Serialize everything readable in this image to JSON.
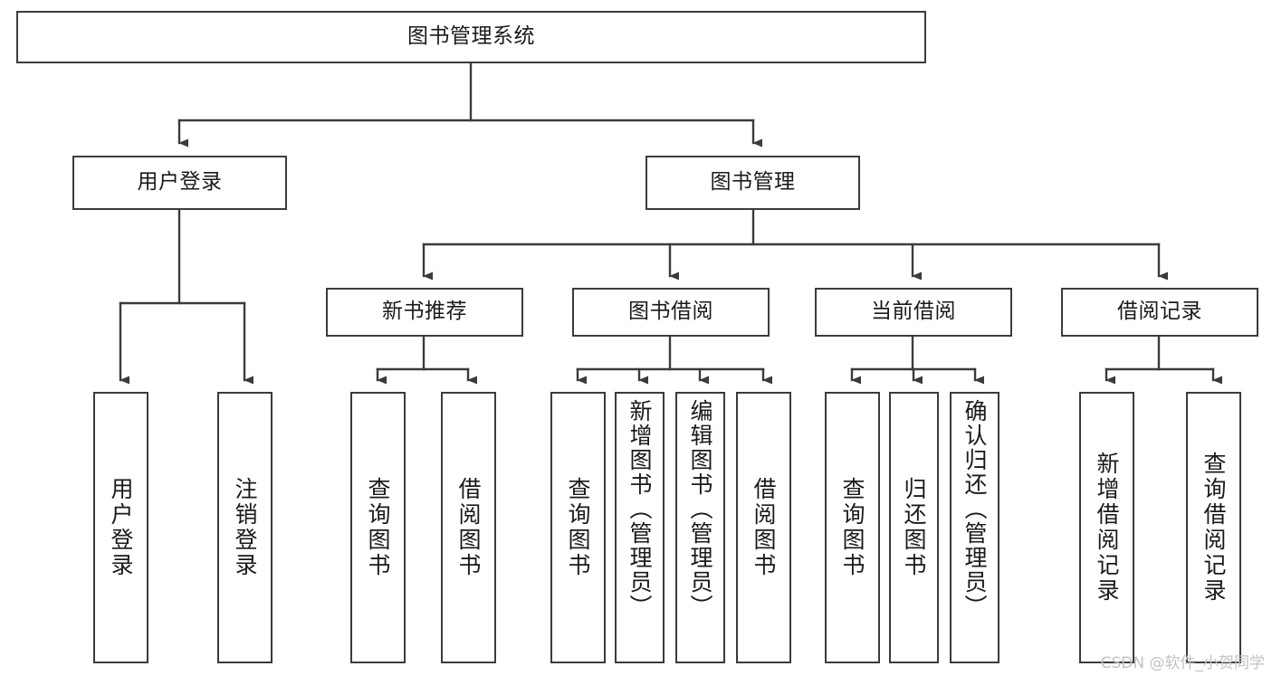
{
  "diagram": {
    "title": "图书管理系统",
    "type": "tree-hierarchy-chart",
    "watermark": "CSDN @软件_小贺同学",
    "colors": {
      "box_border": "#3b3b3b",
      "box_fill": "#ffffff",
      "connector": "#3b3b3b",
      "text": "#1a1a1a",
      "watermark": "#c2c2c2",
      "background": "#ffffff"
    },
    "root": {
      "label": "图书管理系统"
    },
    "level2": [
      {
        "label": "用户登录"
      },
      {
        "label": "图书管理"
      }
    ],
    "level3": [
      {
        "label": "新书推荐"
      },
      {
        "label": "图书借阅"
      },
      {
        "label": "当前借阅"
      },
      {
        "label": "借阅记录"
      }
    ],
    "leaves": {
      "user_login": [
        {
          "label": "用户登录"
        },
        {
          "label": "注销登录"
        }
      ],
      "new_book_recommend": [
        {
          "label": "查询图书"
        },
        {
          "label": "借阅图书"
        }
      ],
      "book_borrow": [
        {
          "label": "查询图书"
        },
        {
          "label": "新增图书（管理员）"
        },
        {
          "label": "编辑图书（管理员）"
        },
        {
          "label": "借阅图书"
        }
      ],
      "current_borrow": [
        {
          "label": "查询图书"
        },
        {
          "label": "归还图书"
        },
        {
          "label": "确认归还（管理员）"
        }
      ],
      "borrow_record": [
        {
          "label": "新增借阅记录"
        },
        {
          "label": "查询借阅记录"
        }
      ]
    }
  }
}
